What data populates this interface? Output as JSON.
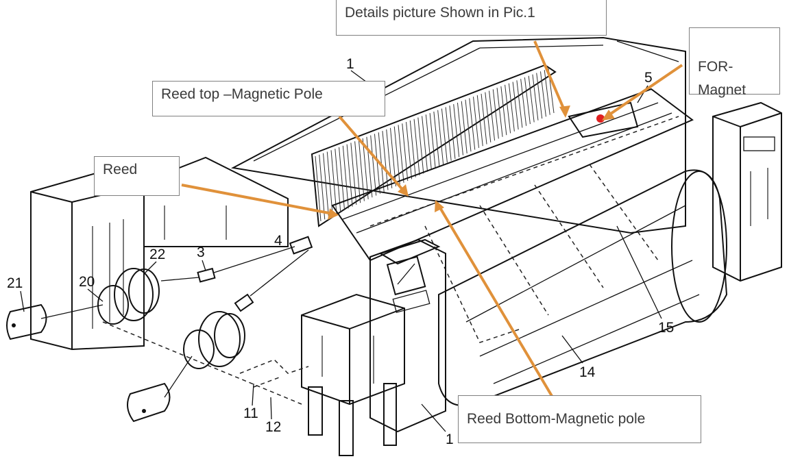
{
  "callouts": {
    "details": "Details picture Shown in Pic.1",
    "for_magnet": "FOR-\nMagnet",
    "reed_top": "Reed top –Magnetic Pole",
    "reed": "Reed",
    "reed_bottom": "Reed Bottom-Magnetic pole"
  },
  "part_numbers": {
    "n1": "1",
    "n5": "5",
    "n4": "4",
    "n3": "3",
    "n22": "22",
    "n21": "21",
    "n20": "20",
    "n11": "11",
    "n12": "12",
    "n13": "1",
    "n14": "14",
    "n15": "15"
  },
  "colors": {
    "arrow": "#e0913a",
    "magnet_dot": "#e02020",
    "callout_border": "#7f7f7f"
  }
}
